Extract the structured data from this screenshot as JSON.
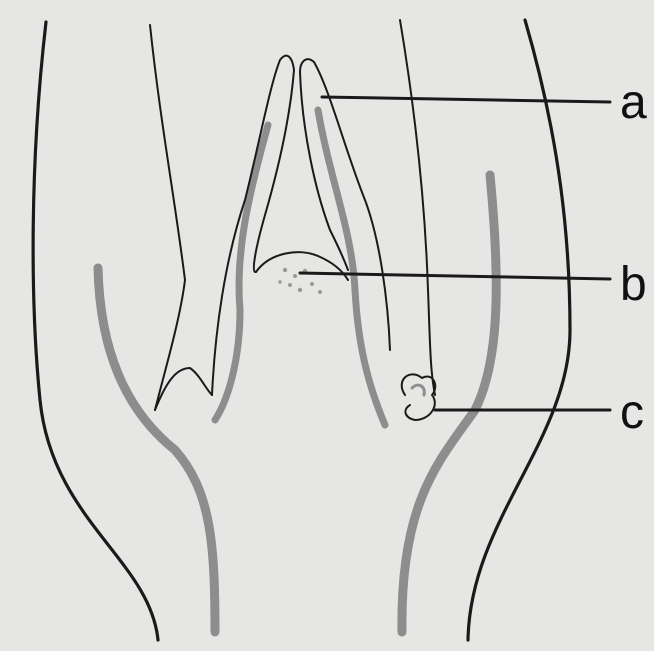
{
  "diagram": {
    "labels": {
      "a": "a",
      "b": "b",
      "c": "c"
    },
    "colors": {
      "background": "#e6e6e4",
      "ink": "#1a1a1a",
      "shaded_tissue": "#8d8d8d"
    }
  }
}
